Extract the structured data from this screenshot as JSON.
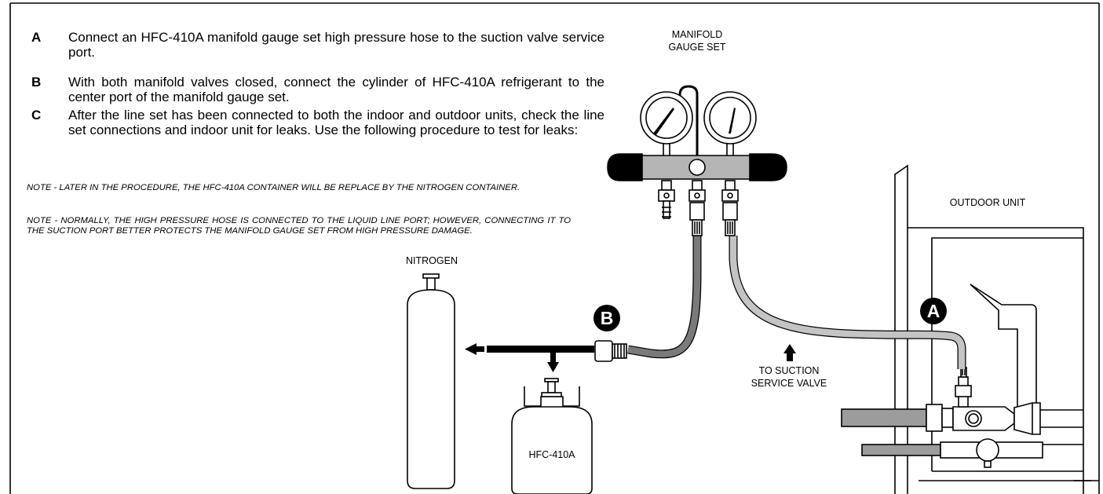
{
  "steps": [
    {
      "letter": "A",
      "text": "Connect an HFC-410A manifold gauge set high pressure hose to the suction valve service port."
    },
    {
      "letter": "B",
      "text": "With both manifold valves closed, connect the cylinder of HFC-410A refrigerant to the center port of the manifold gauge set."
    },
    {
      "letter": "C",
      "text": "After the line set has been connected to both the indoor and outdoor units, check the line set connections and indoor unit for leaks. Use the following procedure to test for leaks:"
    }
  ],
  "notes": [
    "NOTE - LATER IN THE PROCEDURE, THE HFC-410A CONTAINER WILL BE REPLACE BY THE NITROGEN CONTAINER.",
    "NOTE - NORMALLY, THE HIGH PRESSURE HOSE IS CONNECTED TO THE LIQUID LINE PORT; HOWEVER, CONNECTING IT TO THE SUCTION PORT BETTER PROTECTS THE MANIFOLD GAUGE SET FROM HIGH PRESSURE DAMAGE."
  ],
  "labels": {
    "manifold_line1": "MANIFOLD",
    "manifold_line2": "GAUGE SET",
    "nitrogen": "NITROGEN",
    "hfc": "HFC-410A",
    "outdoor_unit": "OUTDOOR UNIT",
    "suction_line1": "TO SUCTION",
    "suction_line2": "SERVICE VALVE",
    "callout_a": "A",
    "callout_b": "B"
  },
  "colors": {
    "frame": "#000000",
    "hose_light": "#c4c4c4",
    "hose_dark": "#7a7a7a",
    "manifold_body": "#b5b5b5",
    "pipe_gray": "#9c9c9c"
  }
}
